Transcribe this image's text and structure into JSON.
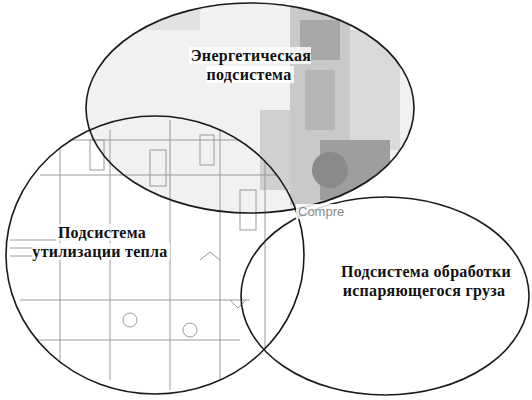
{
  "diagram": {
    "nodes": [
      {
        "text": [
          "Энергетическая подсистема"
        ]
      },
      {
        "text": [
          "Подсистема утилизации тепла"
        ]
      },
      {
        "text": [
          "Подсистема обработки испаряющегося груза"
        ]
      }
    ],
    "labels": [
      "Compre"
    ]
  }
}
